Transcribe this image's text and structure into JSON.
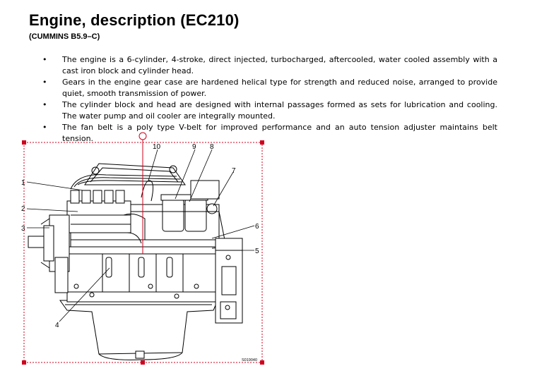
{
  "document": {
    "title": "Engine, description (EC210)",
    "subtitle": "(CUMMINS B5.9–C)",
    "bullets": [
      {
        "text": "The engine is a 6-cylinder, 4-stroke, direct injected, turbocharged, aftercooled, water cooled assembly with a cast iron block and cylinder head."
      },
      {
        "text": "Gears in the engine gear case are hardened helical type for strength and reduced noise, arranged to provide quiet, smooth transmission of power."
      },
      {
        "text": "The cylinder block and head are designed with internal passages formed as sets for lubrication and cooling. The water pump and oil cooler are integrally mounted."
      },
      {
        "text": "The fan belt is a poly type V-belt for improved performance and an auto tension adjuster maintains belt tension."
      }
    ],
    "bullet_symbol": "•"
  },
  "figure": {
    "callouts": [
      "1",
      "2",
      "3",
      "4",
      "5",
      "6",
      "7",
      "8",
      "9",
      "10"
    ],
    "code": "S019040",
    "selection_color": "#d0021b"
  }
}
